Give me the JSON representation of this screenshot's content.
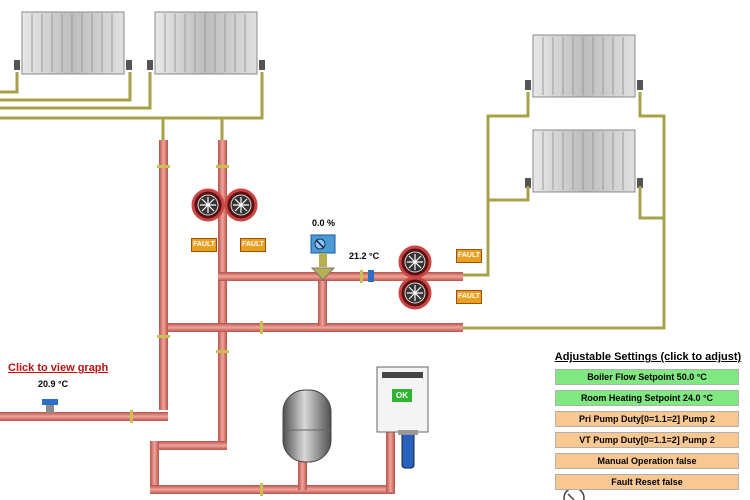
{
  "readouts": {
    "valve_position": "0.0 %",
    "flow_temperature": "21.2 °C",
    "outside_temperature": "20.9 °C"
  },
  "links": {
    "view_graph": "Click to view graph"
  },
  "fault_label": "FAULT",
  "boiler_status": "OK",
  "settings": {
    "title": "Adjustable Settings (click to adjust)",
    "items": [
      {
        "label": "Boiler Flow Setpoint 50.0 °C",
        "color": "#80e880"
      },
      {
        "label": "Room Heating Setpoint 24.0 °C",
        "color": "#80e880"
      },
      {
        "label": "Pri Pump Duty[0=1.1=2] Pump 2",
        "color": "#f8c890"
      },
      {
        "label": "VT Pump Duty[0=1.1=2] Pump 2",
        "color": "#f8c890"
      },
      {
        "label": "Manual Operation false",
        "color": "#f8c890"
      },
      {
        "label": "Fault Reset false",
        "color": "#f8c890"
      }
    ]
  },
  "colors": {
    "pipe_red": "#d9776f",
    "pipe_olive": "#a7a24a",
    "fault_orange": "#e8a020",
    "ok_green": "#2fb52f"
  }
}
